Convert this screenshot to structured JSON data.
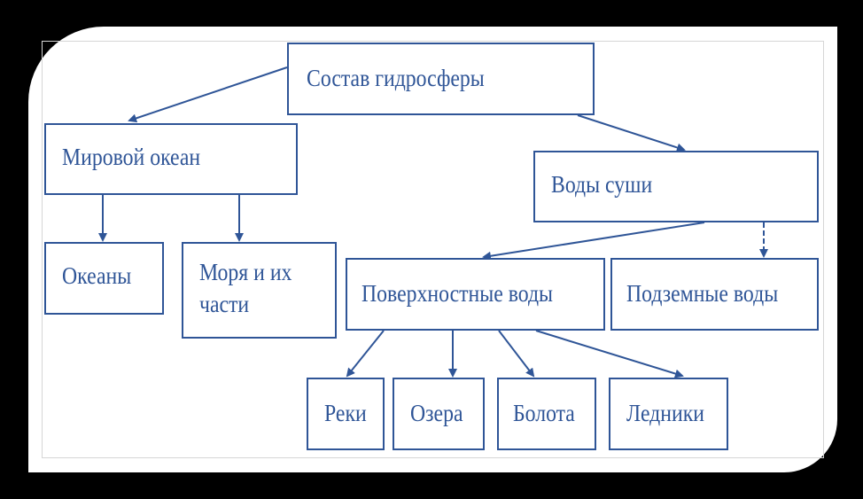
{
  "colors": {
    "line": "#2f5597",
    "background": "#000000",
    "sheet": "#ffffff"
  },
  "nodes": {
    "root": "Состав гидросферы",
    "world_ocean": "Мировой океан",
    "land_waters": "Воды суши",
    "oceans": "Океаны",
    "seas_line1": "Моря и их",
    "seas_line2": "части",
    "surface_waters": "Поверхностные воды",
    "ground_waters": "Подземные воды",
    "rivers": "Реки",
    "lakes": "Озера",
    "swamps": "Болота",
    "glaciers": "Ледники"
  }
}
